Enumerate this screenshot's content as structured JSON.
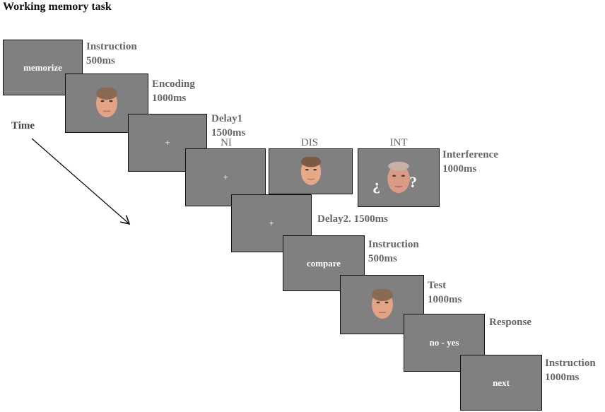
{
  "title": "Working memory task",
  "time_label": "Time",
  "screens": {
    "memorize": "memorize",
    "delay1_fixation": "+",
    "ni_fixation": "+",
    "delay2_fixation": "+",
    "compare": "compare",
    "response": "no - yes",
    "next": "next"
  },
  "conditions": {
    "ni": "NI",
    "dis": "DIS",
    "int": "INT"
  },
  "int_marks": {
    "left": "¿",
    "right": "?"
  },
  "labels": {
    "instruction1_line1": "Instruction",
    "instruction1_line2": "500ms",
    "encoding_line1": "Encoding",
    "encoding_line2": "1000ms",
    "delay1_line1": "Delay1",
    "delay1_line2": "1500ms",
    "interference_line1": "Interference",
    "interference_line2": "1000ms",
    "delay2": "Delay2. 1500ms",
    "instruction2_line1": "Instruction",
    "instruction2_line2": "500ms",
    "test_line1": "Test",
    "test_line2": "1000ms",
    "response": "Response",
    "instruction3_line1": "Instruction",
    "instruction3_line2": "1000ms"
  },
  "colors": {
    "screen": "#808080",
    "label": "#666666",
    "skin": "#e8a888"
  }
}
